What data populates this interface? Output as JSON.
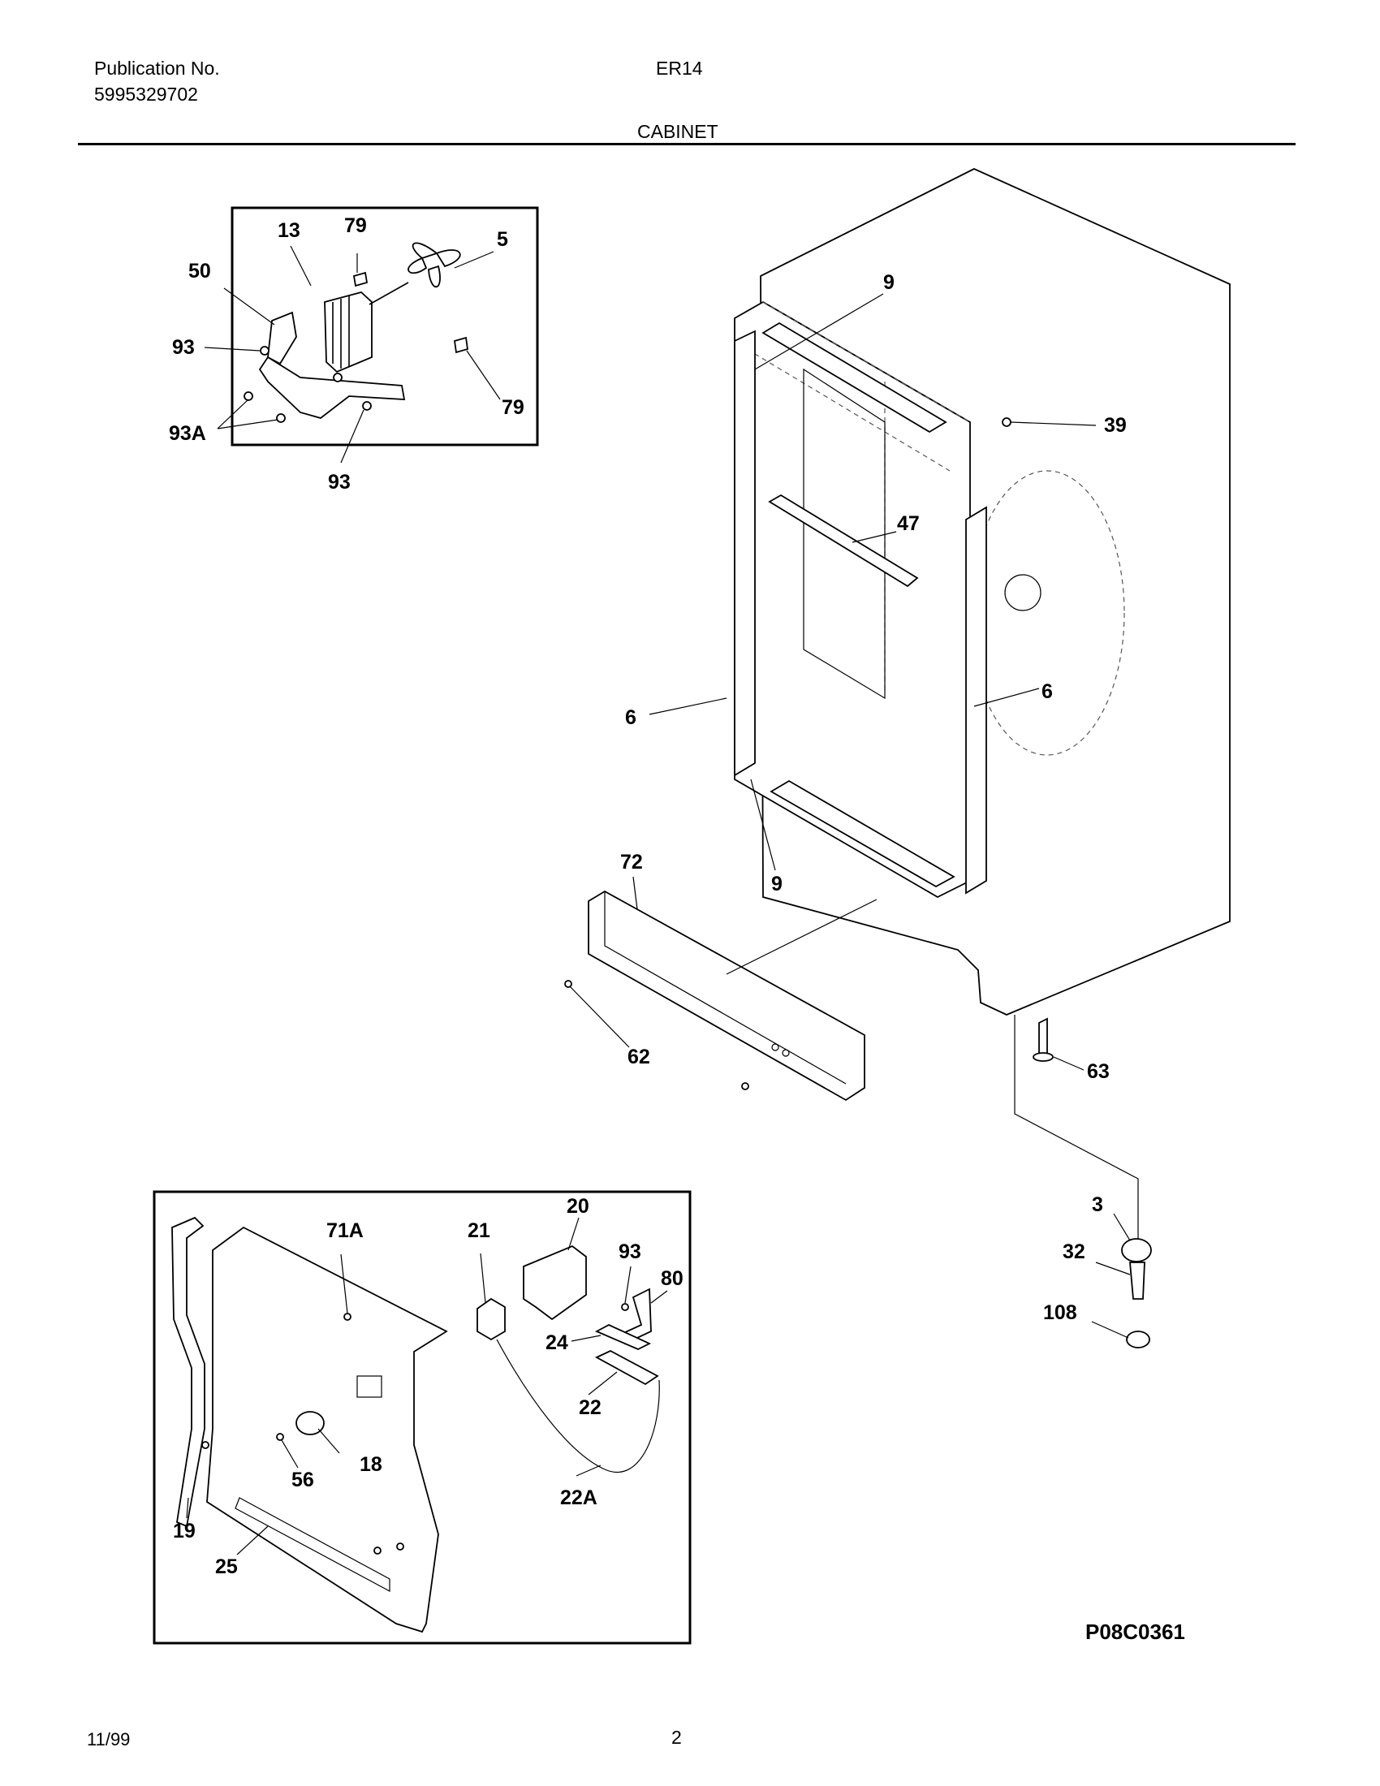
{
  "header": {
    "publication_label": "Publication No.",
    "publication_number": "5995329702",
    "model": "ER14",
    "section_title": "CABINET"
  },
  "callouts": {
    "c13": "13",
    "c79a": "79",
    "c5": "5",
    "c50": "50",
    "c93a": "93",
    "c79b": "79",
    "c93A": "93A",
    "c93b": "93",
    "c9a": "9",
    "c39": "39",
    "c47": "47",
    "c6a": "6",
    "c6b": "6",
    "c72": "72",
    "c9b": "9",
    "c62": "62",
    "c63": "63",
    "c3": "3",
    "c32": "32",
    "c108": "108",
    "c20": "20",
    "c71A": "71A",
    "c21": "21",
    "c93c": "93",
    "c80": "80",
    "c24": "24",
    "c22": "22",
    "c18": "18",
    "c56": "56",
    "c22A": "22A",
    "c19": "19",
    "c25": "25"
  },
  "diagram_id": "P08C0361",
  "footer": {
    "date": "11/99",
    "page": "2"
  }
}
